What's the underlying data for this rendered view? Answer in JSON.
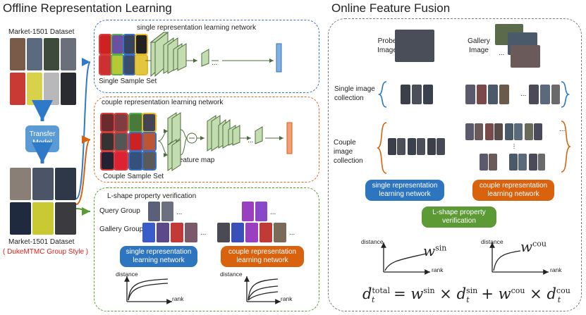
{
  "titles": {
    "offline": "Offline Representation Learning",
    "online": "Online Feature Fusion"
  },
  "left": {
    "dataset_top": "Market-1501 Dataset",
    "transfer_model": "Transfer Model",
    "dataset_bottom": "Market-1501 Dataset",
    "dataset_bottom_style": "( DukeMTMC Group Style )"
  },
  "single_panel": {
    "title": "single representation learning network",
    "sample_set": "Single Sample Set",
    "ellipsis": "..."
  },
  "couple_panel": {
    "title": "couple representation learning network",
    "sample_set": "Couple Sample Set",
    "feature_map": "feature map",
    "ellipsis": "...",
    "minus": "−"
  },
  "lshape_panel": {
    "title": "L-shape property verification",
    "query_group": "Query Group",
    "gallery_group": "Gallery Group",
    "ellipsis": "...",
    "single_btn": "single representation learning network",
    "couple_btn": "couple representation learning network",
    "x_axis": "rank",
    "y_axis": "distance"
  },
  "online": {
    "probe_image": "Probe Image",
    "gallery_image": "Gallery Image",
    "single_collection": "Single image collection",
    "couple_collection": "Couple image collection",
    "single_btn": "single representation learning network",
    "couple_btn": "couple representation learning network",
    "lshape_btn": "L-shape property verification",
    "x_axis": "rank",
    "y_axis": "distance",
    "w_sin": "sin",
    "w_cou": "cou",
    "ellipsis": "..."
  },
  "formula": {
    "d": "d",
    "t": "t",
    "total": "total",
    "w": "w",
    "sin": "sin",
    "cou": "cou"
  },
  "colors": {
    "blue_dash": "#3b70c4",
    "orange_dash": "#e0662a",
    "green_dash": "#5a9a3a",
    "gray_dash": "#7a7a7a",
    "btn_blue": "#2e75c0",
    "btn_orange": "#d9620f",
    "btn_green": "#5b9a34",
    "transfer": "#5b9bd5",
    "arrow_blue": "#2f7ac8",
    "arrow_orange": "#d9620f",
    "arrow_green": "#5b9a34"
  }
}
